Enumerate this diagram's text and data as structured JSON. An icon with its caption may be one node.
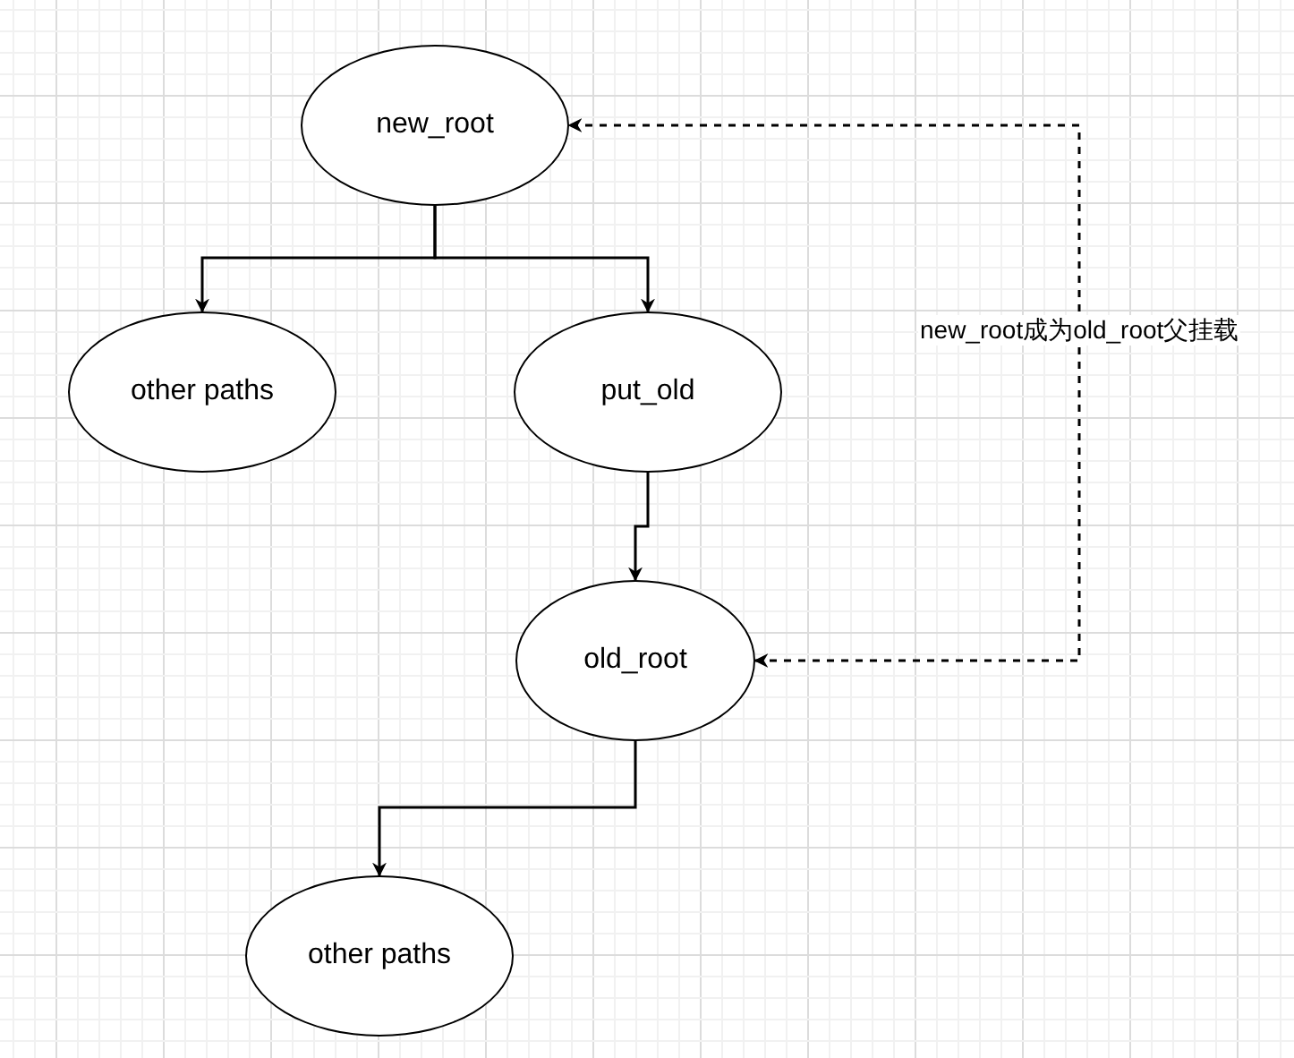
{
  "diagram": {
    "nodes": [
      {
        "text": [
          "new_root"
        ]
      },
      {
        "text": [
          "other paths"
        ]
      },
      {
        "text": [
          "put_old"
        ]
      },
      {
        "text": [
          "old_root"
        ]
      },
      {
        "text": [
          "other paths"
        ]
      }
    ],
    "edges": [
      {
        "from": 0,
        "to": 1,
        "arrow": "to"
      },
      {
        "from": 0,
        "to": 2,
        "arrow": "to"
      },
      {
        "from": 2,
        "to": 3,
        "arrow": "to"
      },
      {
        "from": 3,
        "to": 4,
        "arrow": "to"
      },
      {
        "from": 3,
        "to": 0,
        "arrow": "both",
        "style": "dashed",
        "label": "new_root成为old_root父挂载"
      }
    ]
  }
}
